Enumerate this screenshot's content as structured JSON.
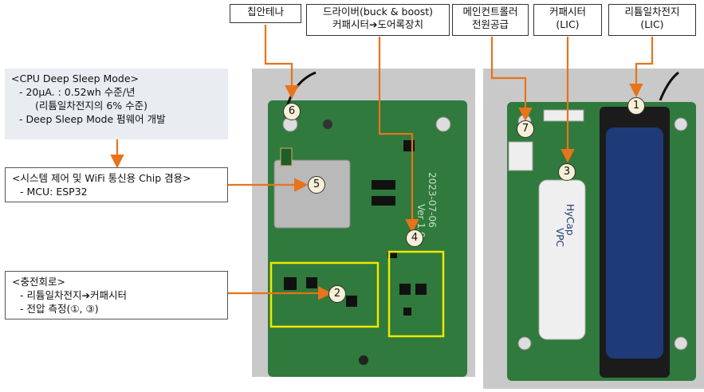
{
  "labels": {
    "antenna": "칩안테나",
    "driver_line1": "드라이버(buck & boost)",
    "driver_line2": "커패시터➔도어록장치",
    "mcu_power_line1": "메인컨트롤러",
    "mcu_power_line2": "전원공급",
    "capacitor_line1": "커패시터",
    "capacitor_line2": "(LIC)",
    "battery_line1": "리튬일차전지",
    "battery_line2": "(LIC)"
  },
  "sleep_box": {
    "title": "<CPU Deep Sleep Mode>",
    "line1": "- 20μA. : 0.52wh 수준/년",
    "line2": "(리튬일차전지의 6% 수준)",
    "line3": "- Deep Sleep Mode 펌웨어 개발"
  },
  "mcu_box": {
    "title": "<시스템 제어 및 WiFi 통신용 Chip 겸용>",
    "line1": "- MCU: ESP32"
  },
  "charge_box": {
    "title": "<충전회로>",
    "line1": "- 리튬일차전지➔커패시터",
    "line2": "- 전압 측정(①, ③)"
  },
  "board_text": {
    "version": "Ver 1.0",
    "date": "2023-07-06",
    "cap_text_a": "HyCap",
    "cap_text_b": "VPC"
  },
  "badges": [
    "1",
    "2",
    "3",
    "4",
    "5",
    "6",
    "7"
  ],
  "colors": {
    "arrow": "#e8731a",
    "pcb": "#2f7a3c",
    "highlight": "#f2e600",
    "battery": "#1f3a78"
  }
}
